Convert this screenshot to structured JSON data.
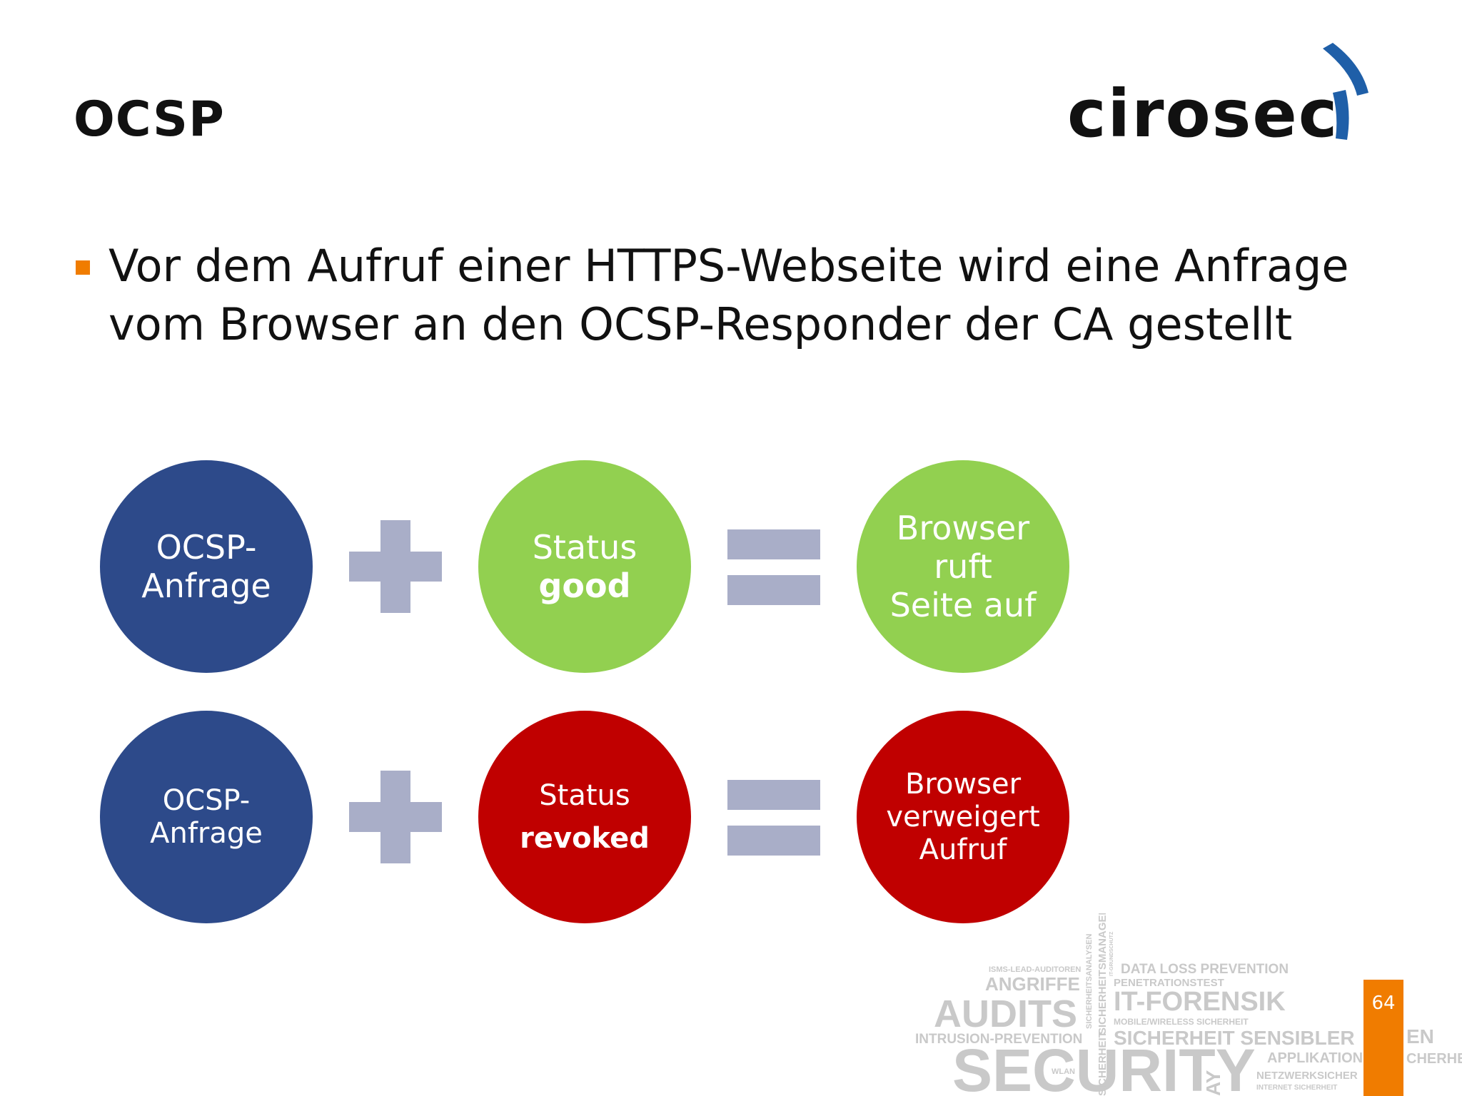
{
  "slide": {
    "title": "OCSP",
    "page_number": "64"
  },
  "logo": {
    "text": "cirosec",
    "colors": {
      "mark": "#1f5fa8",
      "text": "#111111"
    }
  },
  "bullet": {
    "text": "Vor dem Aufruf einer HTTPS-Webseite wird eine Anfrage vom Browser an den OCSP-Responder der CA gestellt",
    "marker_color": "#f07c00"
  },
  "diagram": {
    "row1": {
      "request": [
        "OCSP-",
        "Anfrage"
      ],
      "status_label": "Status",
      "status_value": "good",
      "result": [
        "Browser",
        "ruft",
        "Seite auf"
      ]
    },
    "row2": {
      "request": [
        "OCSP-",
        "Anfrage"
      ],
      "status_label": "Status",
      "status_value": "revoked",
      "result": [
        "Browser",
        "verweigert",
        "Aufruf"
      ]
    },
    "colors": {
      "blue": "#2d4a8a",
      "green": "#92d050",
      "red": "#c00000",
      "operator": "#a9aec8"
    }
  },
  "wordcloud": {
    "words": [
      "ISMS-LEAD-AUDITOREN",
      "ANGRIFFE",
      "AUDITS",
      "INTRUSION-PREVENTION",
      "SECURITY",
      "WLAN",
      "DATA LOSS PREVENTION",
      "PENETRATIONSTEST",
      "IT-FORENSIK",
      "MOBILE/WIRELESS SICHERHEIT",
      "SICHERHEIT SENSIBLER",
      "APPLIKATION",
      "NETZWERKSICHER",
      "INTERNET SICHERHEIT",
      "EN",
      "CHERHE",
      "SICHERHEITSANALYSEN",
      "SICHERHEITSMANAGEMENT",
      "IT-GRUNDSCHUTZ",
      "SICHERHEIT",
      "AY"
    ]
  }
}
